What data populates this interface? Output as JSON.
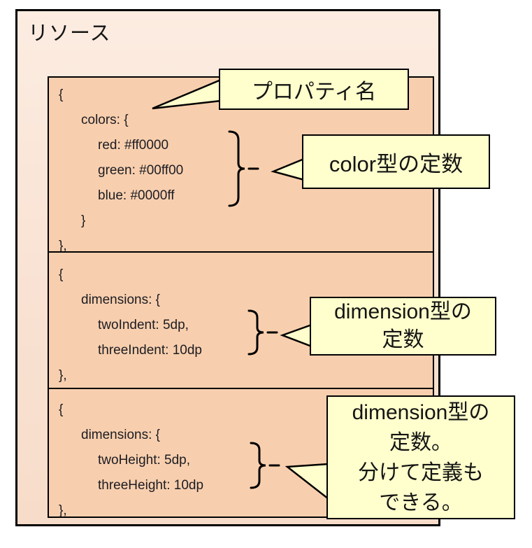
{
  "diagram": {
    "title": "リソース",
    "code_blocks": [
      {
        "name": "colors-resource",
        "lines": [
          {
            "text": "{"
          },
          {
            "text": "colors: {"
          },
          {
            "text": "red: #ff0000"
          },
          {
            "text": "green: #00ff00"
          },
          {
            "text": "blue: #0000ff"
          },
          {
            "text": "}"
          },
          {
            "text": "},"
          }
        ]
      },
      {
        "name": "dimensions-resource-1",
        "lines": [
          {
            "text": "{"
          },
          {
            "text": "dimensions: {"
          },
          {
            "text": "twoIndent: 5dp,"
          },
          {
            "text": "threeIndent: 10dp"
          },
          {
            "text": "},"
          }
        ]
      },
      {
        "name": "dimensions-resource-2",
        "lines": [
          {
            "text": "{"
          },
          {
            "text": "dimensions: {"
          },
          {
            "text": "twoHeight: 5dp,"
          },
          {
            "text": "threeHeight: 10dp"
          },
          {
            "text": "},"
          }
        ]
      }
    ],
    "callouts": [
      {
        "name": "property-name",
        "lines": [
          "プロパティ名"
        ]
      },
      {
        "name": "color-constant",
        "lines": [
          "color型の定数"
        ]
      },
      {
        "name": "dimension-constant",
        "lines": [
          "dimension型の",
          "定数"
        ]
      },
      {
        "name": "dimension-constant-split",
        "lines": [
          "dimension型の",
          "定数。",
          "分けて定義も",
          "できる。"
        ]
      }
    ],
    "colors": {
      "outer_box_top": "#fcece1",
      "outer_box_bottom": "#f7dcc9",
      "code_block_bg": "#f8cfae",
      "callout_bg": "#ffffcd",
      "border": "#000000",
      "text": "#1c1c22"
    }
  }
}
